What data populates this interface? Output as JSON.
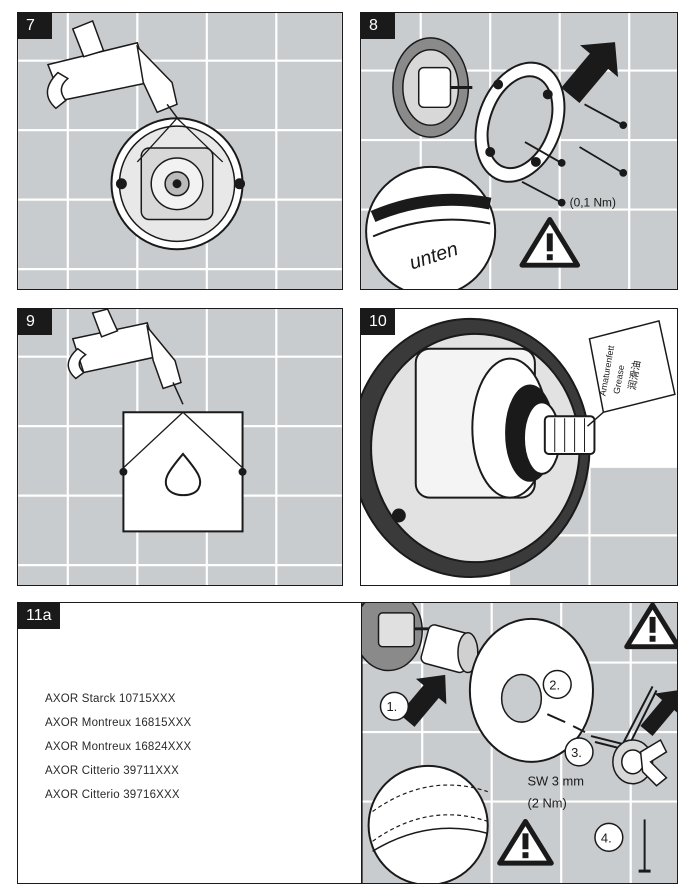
{
  "steps": {
    "s7": "7",
    "s8": "8",
    "s9": "9",
    "s10": "10",
    "s11": "11a"
  },
  "panel8": {
    "torque": "(0,1 Nm)",
    "seal_label": "unten"
  },
  "panel10": {
    "grease_label_de": "Amaturenfett",
    "grease_label_en": "Grease",
    "grease_label_cn": "润滑油"
  },
  "panel11": {
    "models": [
      "AXOR Starck 10715XXX",
      "AXOR Montreux 16815XXX",
      "AXOR Montreux 16824XXX",
      "AXOR Citterio 39711XXX",
      "AXOR Citterio 39716XXX"
    ],
    "callouts": [
      "1.",
      "2.",
      "3.",
      "4."
    ],
    "wrench": "SW 3 mm",
    "torque": "(2 Nm)"
  },
  "icons": {
    "warning": "warning-triangle-icon",
    "arrow": "push-arrow-icon",
    "caulk_gun": "caulk-gun-icon"
  },
  "colors": {
    "tile": "#c9ccce",
    "grout": "#ffffff",
    "line": "#1a1a1a"
  }
}
